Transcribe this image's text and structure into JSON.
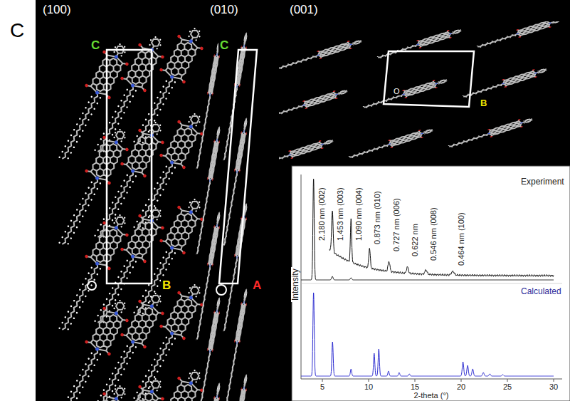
{
  "diagram": {
    "labels": [
      "C",
      "(100)",
      "(010)",
      "(001)",
      "C",
      "B",
      "C",
      "A",
      "O",
      "B",
      "Experiment",
      "2.180 nm (002)",
      "1.453 nm (003)",
      "1.090 nm (004)",
      "0.873 nm (010)",
      "0.727 nm (006)",
      "0.622 nm",
      "0.546 nm (008)",
      "0.464 nm (100)",
      "Calculated",
      "Intensity",
      "5",
      "10",
      "15",
      "20",
      "25",
      "30",
      "2-theta (°)"
    ]
  }
}
